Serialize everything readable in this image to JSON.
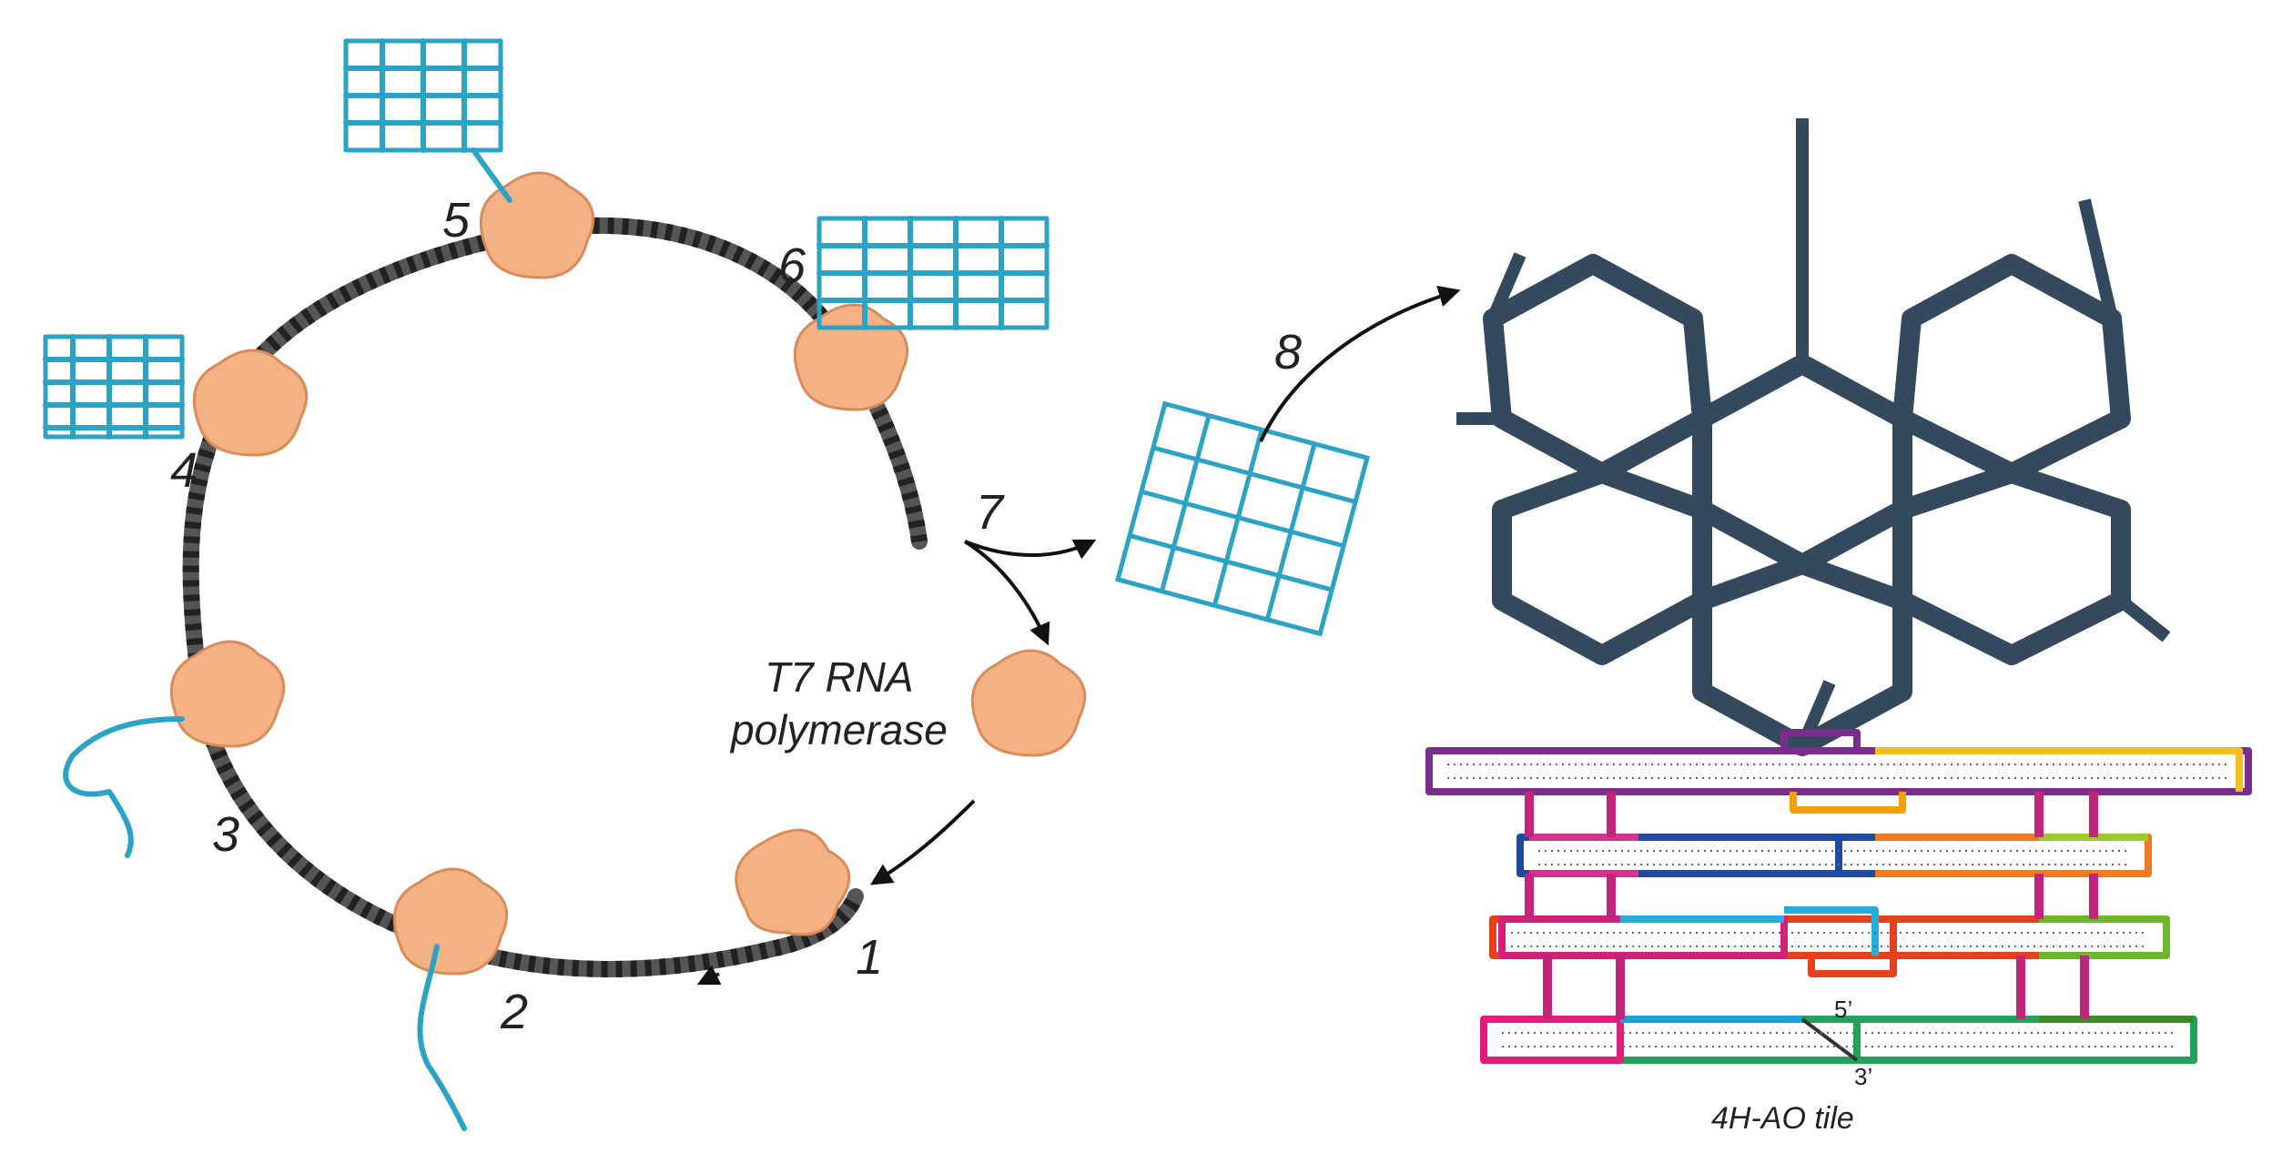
{
  "labels": {
    "step1": "1",
    "step2": "2",
    "step3": "3",
    "step4": "4",
    "step5": "5",
    "step6": "6",
    "step7": "7",
    "step8": "8",
    "polymerase_line1": "T7 RNA",
    "polymerase_line2": "polymerase",
    "tile_caption": "4H-AO tile",
    "five_prime": "5’",
    "three_prime": "3’"
  },
  "colors": {
    "dna": "#3a3a3a",
    "polymerase": "#f4b183",
    "rna": "#2ba3c4",
    "lattice": "#34495e",
    "strands": [
      "#7b2d8e",
      "#2a3b8f",
      "#f0c020",
      "#f4a000",
      "#d6338f",
      "#1f4aa0",
      "#f07a20",
      "#9ccc2a",
      "#d51f7b",
      "#24aee0",
      "#e8401a",
      "#6cb82a",
      "#e31e7a",
      "#1aa2d8",
      "#23a35a",
      "#3a8a2a"
    ]
  }
}
